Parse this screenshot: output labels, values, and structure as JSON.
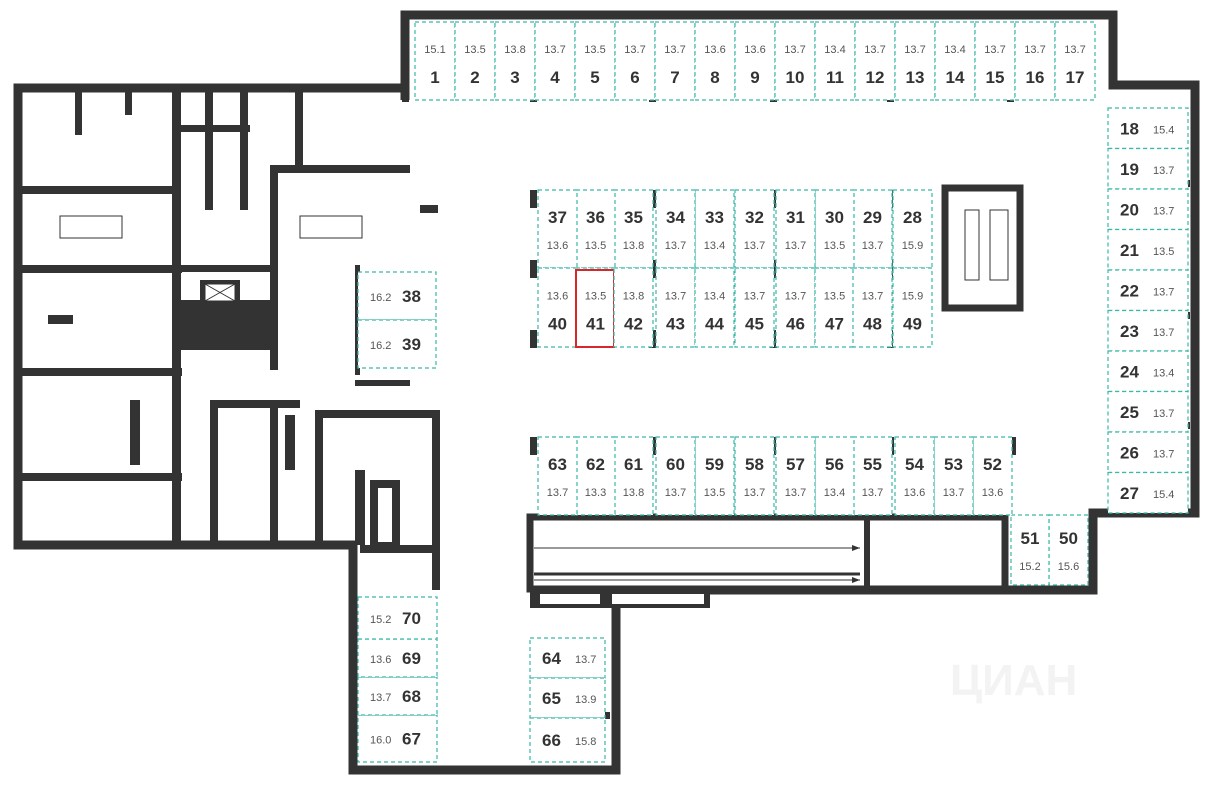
{
  "selected_spot": "41",
  "colors": {
    "wall": "#333333",
    "spot_border": "#3bb8a8",
    "selected": "#d9262b"
  },
  "watermark": "ЦИАН",
  "spots": [
    {
      "n": "1",
      "a": "15.1"
    },
    {
      "n": "2",
      "a": "13.5"
    },
    {
      "n": "3",
      "a": "13.8"
    },
    {
      "n": "4",
      "a": "13.7"
    },
    {
      "n": "5",
      "a": "13.5"
    },
    {
      "n": "6",
      "a": "13.7"
    },
    {
      "n": "7",
      "a": "13.7"
    },
    {
      "n": "8",
      "a": "13.6"
    },
    {
      "n": "9",
      "a": "13.6"
    },
    {
      "n": "10",
      "a": "13.7"
    },
    {
      "n": "11",
      "a": "13.4"
    },
    {
      "n": "12",
      "a": "13.7"
    },
    {
      "n": "13",
      "a": "13.7"
    },
    {
      "n": "14",
      "a": "13.4"
    },
    {
      "n": "15",
      "a": "13.7"
    },
    {
      "n": "16",
      "a": "13.7"
    },
    {
      "n": "17",
      "a": "13.7"
    },
    {
      "n": "18",
      "a": "15.4"
    },
    {
      "n": "19",
      "a": "13.7"
    },
    {
      "n": "20",
      "a": "13.7"
    },
    {
      "n": "21",
      "a": "13.5"
    },
    {
      "n": "22",
      "a": "13.7"
    },
    {
      "n": "23",
      "a": "13.7"
    },
    {
      "n": "24",
      "a": "13.4"
    },
    {
      "n": "25",
      "a": "13.7"
    },
    {
      "n": "26",
      "a": "13.7"
    },
    {
      "n": "27",
      "a": "15.4"
    },
    {
      "n": "28",
      "a": "15.9"
    },
    {
      "n": "29",
      "a": "13.7"
    },
    {
      "n": "30",
      "a": "13.5"
    },
    {
      "n": "31",
      "a": "13.7"
    },
    {
      "n": "32",
      "a": "13.7"
    },
    {
      "n": "33",
      "a": "13.4"
    },
    {
      "n": "34",
      "a": "13.7"
    },
    {
      "n": "35",
      "a": "13.8"
    },
    {
      "n": "36",
      "a": "13.5"
    },
    {
      "n": "37",
      "a": "13.6"
    },
    {
      "n": "38",
      "a": "16.2"
    },
    {
      "n": "39",
      "a": "16.2"
    },
    {
      "n": "40",
      "a": "13.6"
    },
    {
      "n": "41",
      "a": "13.5"
    },
    {
      "n": "42",
      "a": "13.8"
    },
    {
      "n": "43",
      "a": "13.7"
    },
    {
      "n": "44",
      "a": "13.4"
    },
    {
      "n": "45",
      "a": "13.7"
    },
    {
      "n": "46",
      "a": "13.7"
    },
    {
      "n": "47",
      "a": "13.5"
    },
    {
      "n": "48",
      "a": "13.7"
    },
    {
      "n": "49",
      "a": "15.9"
    },
    {
      "n": "50",
      "a": "15.6"
    },
    {
      "n": "51",
      "a": "15.2"
    },
    {
      "n": "52",
      "a": "13.6"
    },
    {
      "n": "53",
      "a": "13.7"
    },
    {
      "n": "54",
      "a": "13.6"
    },
    {
      "n": "55",
      "a": "13.7"
    },
    {
      "n": "56",
      "a": "13.4"
    },
    {
      "n": "57",
      "a": "13.7"
    },
    {
      "n": "58",
      "a": "13.7"
    },
    {
      "n": "59",
      "a": "13.5"
    },
    {
      "n": "60",
      "a": "13.7"
    },
    {
      "n": "61",
      "a": "13.8"
    },
    {
      "n": "62",
      "a": "13.3"
    },
    {
      "n": "63",
      "a": "13.7"
    },
    {
      "n": "64",
      "a": "13.7"
    },
    {
      "n": "65",
      "a": "13.9"
    },
    {
      "n": "66",
      "a": "15.8"
    },
    {
      "n": "67",
      "a": "16.0"
    },
    {
      "n": "68",
      "a": "13.7"
    },
    {
      "n": "69",
      "a": "13.6"
    },
    {
      "n": "70",
      "a": "15.2"
    }
  ]
}
